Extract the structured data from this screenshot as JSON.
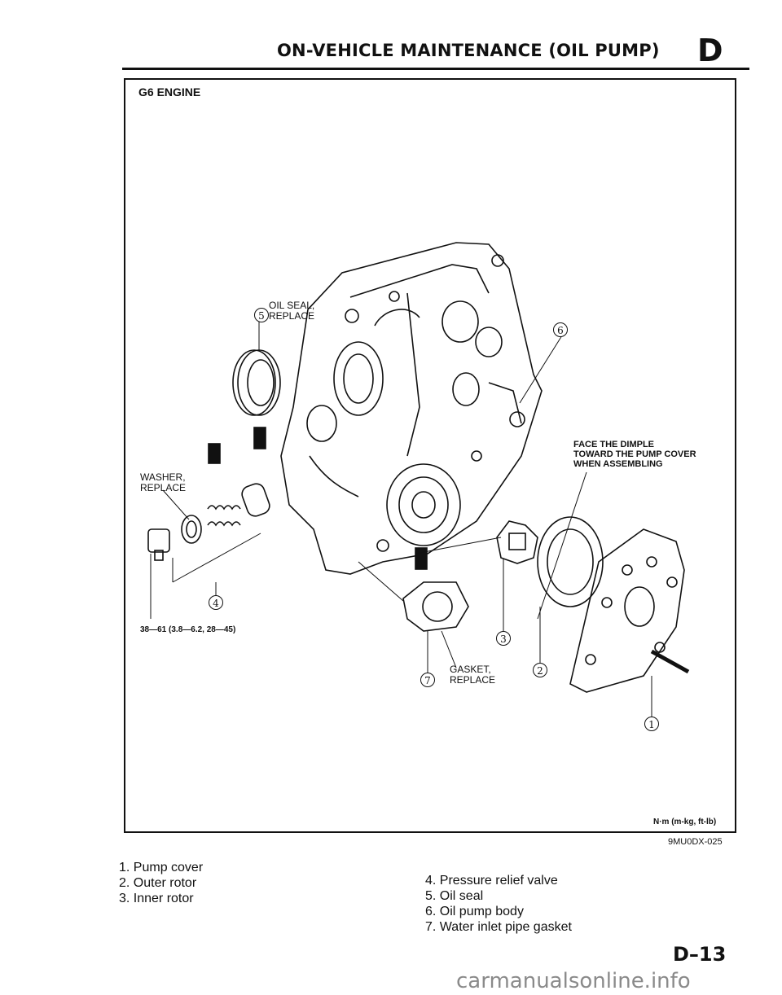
{
  "header": {
    "title": "ON-VEHICLE MAINTENANCE (OIL PUMP)",
    "section_letter": "D"
  },
  "figure": {
    "engine_label": "G6 ENGINE",
    "callouts": {
      "oil_seal": "OIL SEAL,\nREPLACE",
      "washer": "WASHER,\nREPLACE",
      "dimple": "FACE THE DIMPLE\nTOWARD THE PUMP COVER\nWHEN ASSEMBLING",
      "gasket": "GASKET,\nREPLACE",
      "torque": "38—61 (3.8—6.2, 28—45)",
      "units": "N·m (m-kg, ft-lb)",
      "code": "9MU0DX-025"
    },
    "numbers": [
      "1",
      "2",
      "3",
      "4",
      "5",
      "6",
      "7"
    ]
  },
  "legend": {
    "left": [
      "1. Pump cover",
      "2. Outer rotor",
      "3. Inner rotor"
    ],
    "right": [
      "4. Pressure relief valve",
      "5. Oil seal",
      "6. Oil pump body",
      "7. Water inlet pipe gasket"
    ]
  },
  "footer": {
    "page_number": "D–13",
    "watermark": "carmanualsonline.info"
  }
}
